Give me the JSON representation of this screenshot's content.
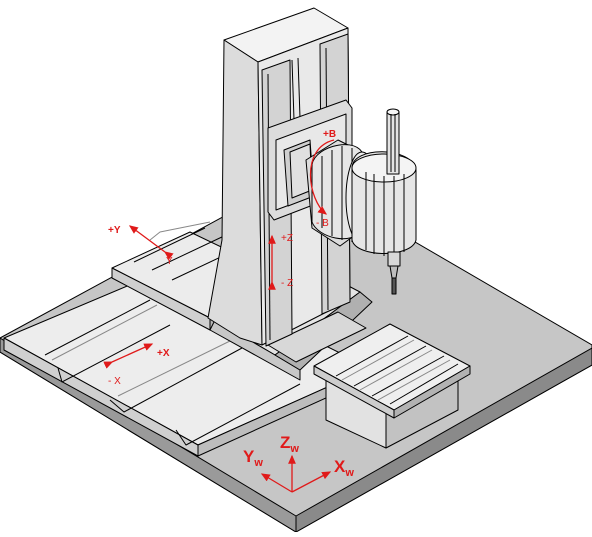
{
  "labels": {
    "plus_y": "+Y",
    "y": "Y",
    "plus_x": "+X",
    "minus_x": "- X",
    "plus_z": "+Z",
    "minus_z": "- Z",
    "plus_b": "+B",
    "minus_b": "- B"
  },
  "workpiece_axes": {
    "z": "Z",
    "z_sub": "w",
    "y": "Y",
    "y_sub": "w",
    "x": "X",
    "x_sub": "w"
  },
  "colors": {
    "axis_red": "#e01a1a",
    "floor": "#c6c6c6",
    "metal_light": "#ececec",
    "metal_mid": "#d6d6d6",
    "metal_dark": "#b4b4b4",
    "outline": "#000000"
  }
}
